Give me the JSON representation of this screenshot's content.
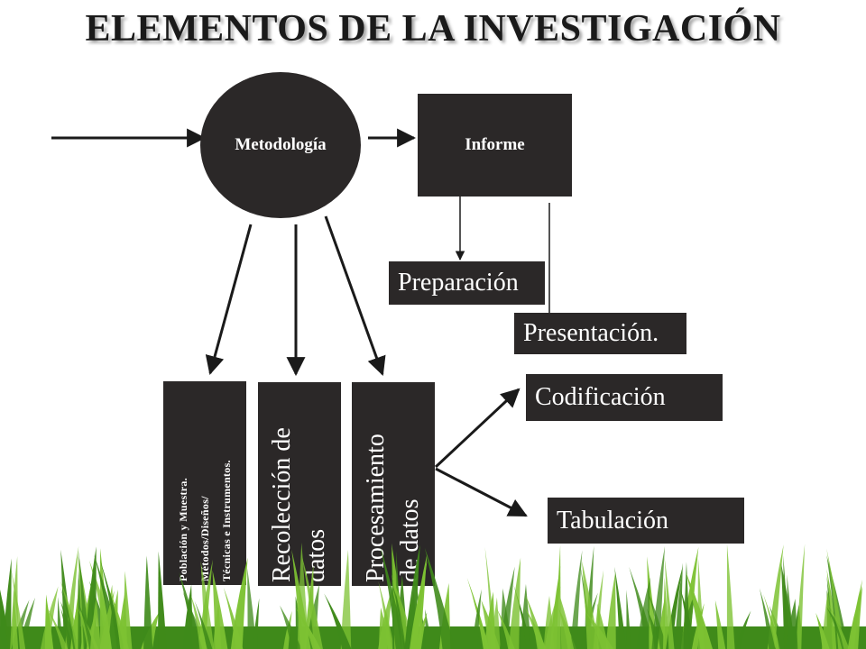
{
  "title": "ELEMENTOS DE LA INVESTIGACIÓN",
  "nodes": {
    "metodologia": "Metodología",
    "informe": "Informe",
    "preparacion": "Preparación",
    "presentacion": "Presentación.",
    "codificacion": "Codificación",
    "tabulacion": "Tabulación",
    "poblacion": {
      "line1": "Población y Muestra.",
      "line2": "Métodos/Diseños/",
      "line3": "Técnicas e Instrumentos."
    },
    "recoleccion": {
      "line1": "Recolección de",
      "line2": "datos"
    },
    "procesamiento": {
      "line1": "Procesamiento",
      "line2": "de datos"
    }
  },
  "colors": {
    "box": "#2b2828",
    "text": "#ffffff",
    "grass_light": "#7dc233",
    "grass_dark": "#3f8a1a"
  }
}
